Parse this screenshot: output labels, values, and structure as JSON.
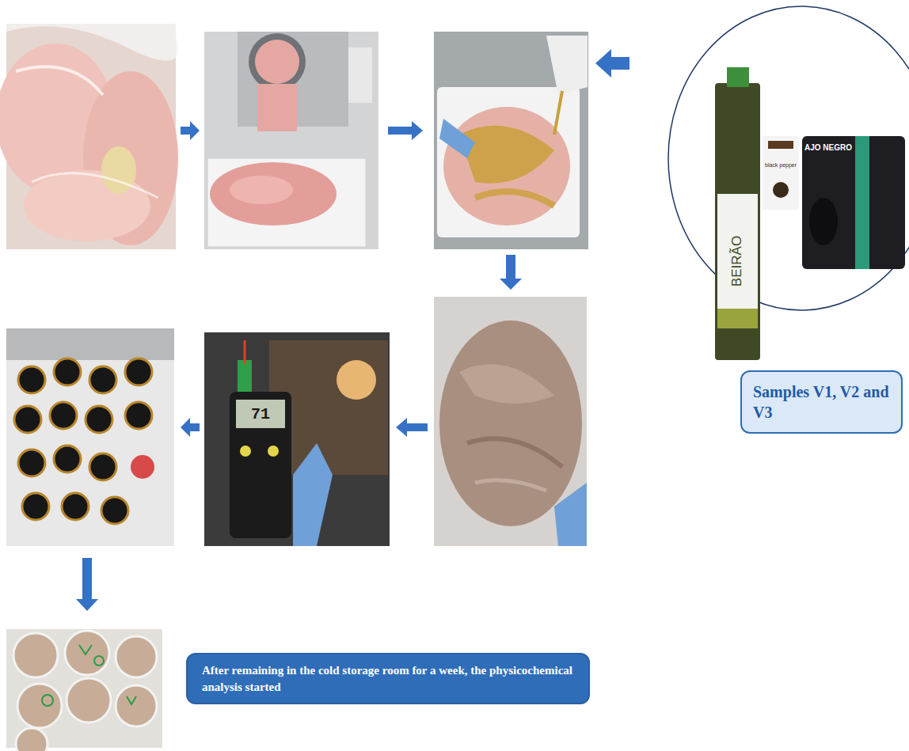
{
  "diagram": {
    "nodes": [
      {
        "text": [
          "Samples V1, V2 and V3"
        ]
      },
      {
        "text": [
          "After remaining in the cold storage room for a week, the physicochemical analysis started"
        ]
      }
    ],
    "labels": [
      "BEIRÃO",
      "black pepper",
      "AJO NEGRO",
      "71"
    ]
  }
}
